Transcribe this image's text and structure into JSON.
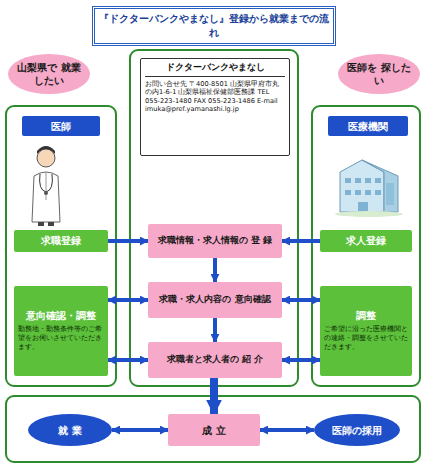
{
  "diagram": {
    "title": "『ドクターバンクやまなし』登録から就業までの流れ",
    "nodes": [
      {
        "text": [
          "山梨県で 就業したい"
        ]
      },
      {
        "text": [
          "ドクターバンクやまなし",
          "お問い合せ先 〒400-8501 山梨県甲府市丸の内1-6-1 山梨県福祉保健部医務課 TEL 055-223-1480 FAX 055-223-1486 E-mail imuka@pref.yamanashi.lg.jp"
        ]
      },
      {
        "text": [
          "医師を 探したい"
        ]
      },
      {
        "text": [
          "医師"
        ]
      },
      {
        "text": [
          "医療機関"
        ]
      },
      {
        "text": [
          "求職登録"
        ]
      },
      {
        "text": [
          "求職情報・求人情報の 登 録"
        ]
      },
      {
        "text": [
          "求人登録"
        ]
      },
      {
        "text": [
          "意向確認・調整",
          "勤務地・勤務条件等のご希望をお伺いさせていただきます。"
        ]
      },
      {
        "text": [
          "求職・求人内容の 意向確認"
        ]
      },
      {
        "text": [
          "調整",
          "ご希望に沿った医療機関との連絡・調整をさせていただきます。"
        ]
      },
      {
        "text": [
          "求職者と求人者の 紹 介"
        ]
      },
      {
        "text": [
          "就 業"
        ]
      },
      {
        "text": [
          "成 立"
        ]
      },
      {
        "text": [
          "医師の採用"
        ]
      }
    ],
    "edges": [
      {
        "from": 5,
        "to": 6,
        "arrow": "to"
      },
      {
        "from": 7,
        "to": 6,
        "arrow": "to"
      },
      {
        "from": 6,
        "to": 9,
        "arrow": "to"
      },
      {
        "from": 9,
        "to": 11,
        "arrow": "to"
      },
      {
        "from": 8,
        "to": 9,
        "arrow": "both"
      },
      {
        "from": 10,
        "to": 9,
        "arrow": "both"
      },
      {
        "from": 8,
        "to": 11,
        "arrow": "both"
      },
      {
        "from": 10,
        "to": 11,
        "arrow": "both"
      },
      {
        "from": 11,
        "to": 13,
        "arrow": "to"
      },
      {
        "from": 12,
        "to": 13,
        "arrow": "both"
      },
      {
        "from": 14,
        "to": 13,
        "arrow": "both"
      }
    ]
  }
}
